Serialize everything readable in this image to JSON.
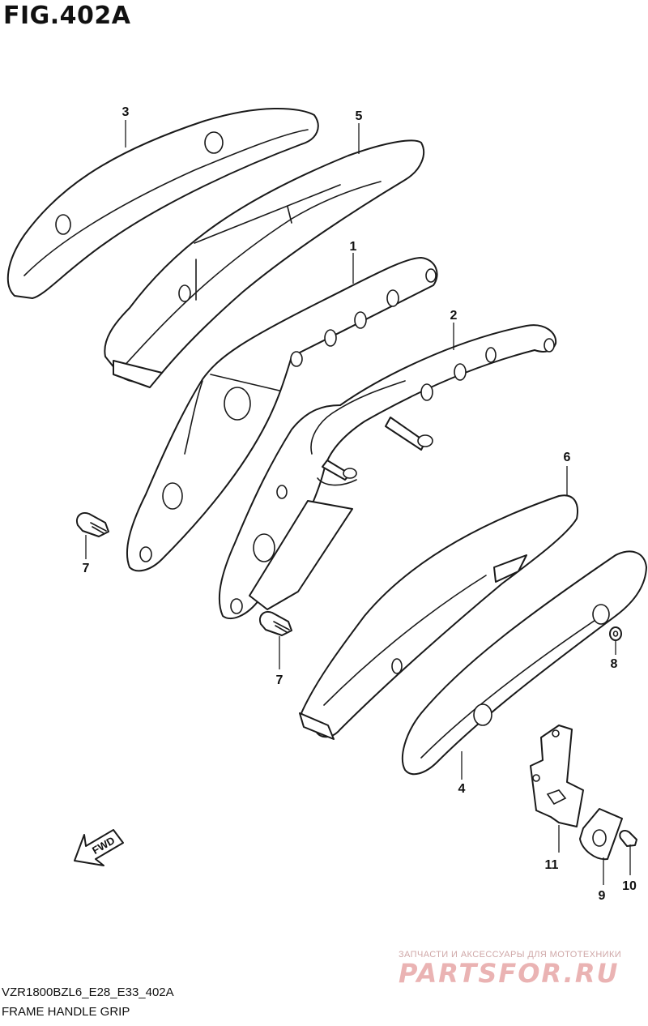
{
  "figure": {
    "title": "FIG.402A",
    "model_code": "VZR1800BZL6_E28_E33_402A",
    "name": "FRAME HANDLE GRIP"
  },
  "callouts": {
    "p1": "1",
    "p2": "2",
    "p3": "3",
    "p4": "4",
    "p5": "5",
    "p6": "6",
    "p7a": "7",
    "p7b": "7",
    "p8": "8",
    "p9": "9",
    "p10": "10",
    "p11": "11"
  },
  "fwd_label": "FWD",
  "watermark": {
    "tagline": "ЗАПЧАСТИ И АКСЕССУАРЫ ДЛЯ МОТОТЕХНИКИ",
    "logo": "PARTSFOR.RU"
  }
}
